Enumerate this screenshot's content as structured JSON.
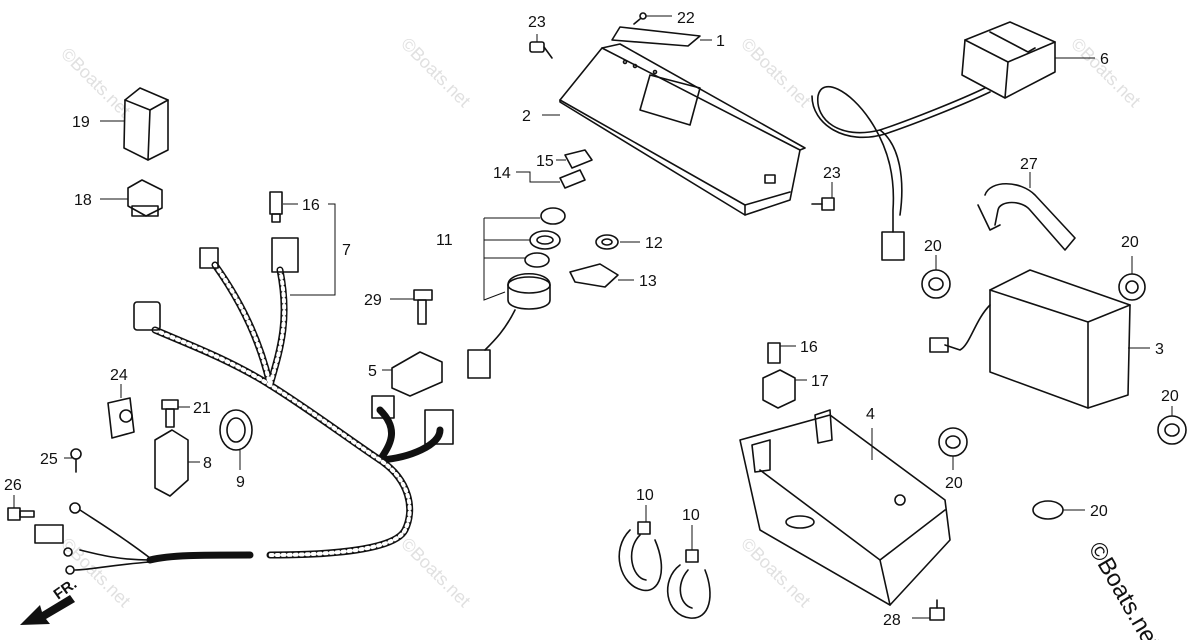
{
  "diagram": {
    "brand_mark": "©Boats.net",
    "watermark_text": "©Boats.net",
    "direction_label": "FR.",
    "callouts": [
      "23",
      "22",
      "1",
      "6",
      "2",
      "19",
      "15",
      "14",
      "27",
      "23",
      "16",
      "18",
      "7",
      "11",
      "12",
      "20",
      "20",
      "29",
      "13",
      "3",
      "16",
      "24",
      "5",
      "17",
      "21",
      "4",
      "8",
      "9",
      "20",
      "25",
      "20",
      "26",
      "10",
      "10",
      "28"
    ]
  }
}
